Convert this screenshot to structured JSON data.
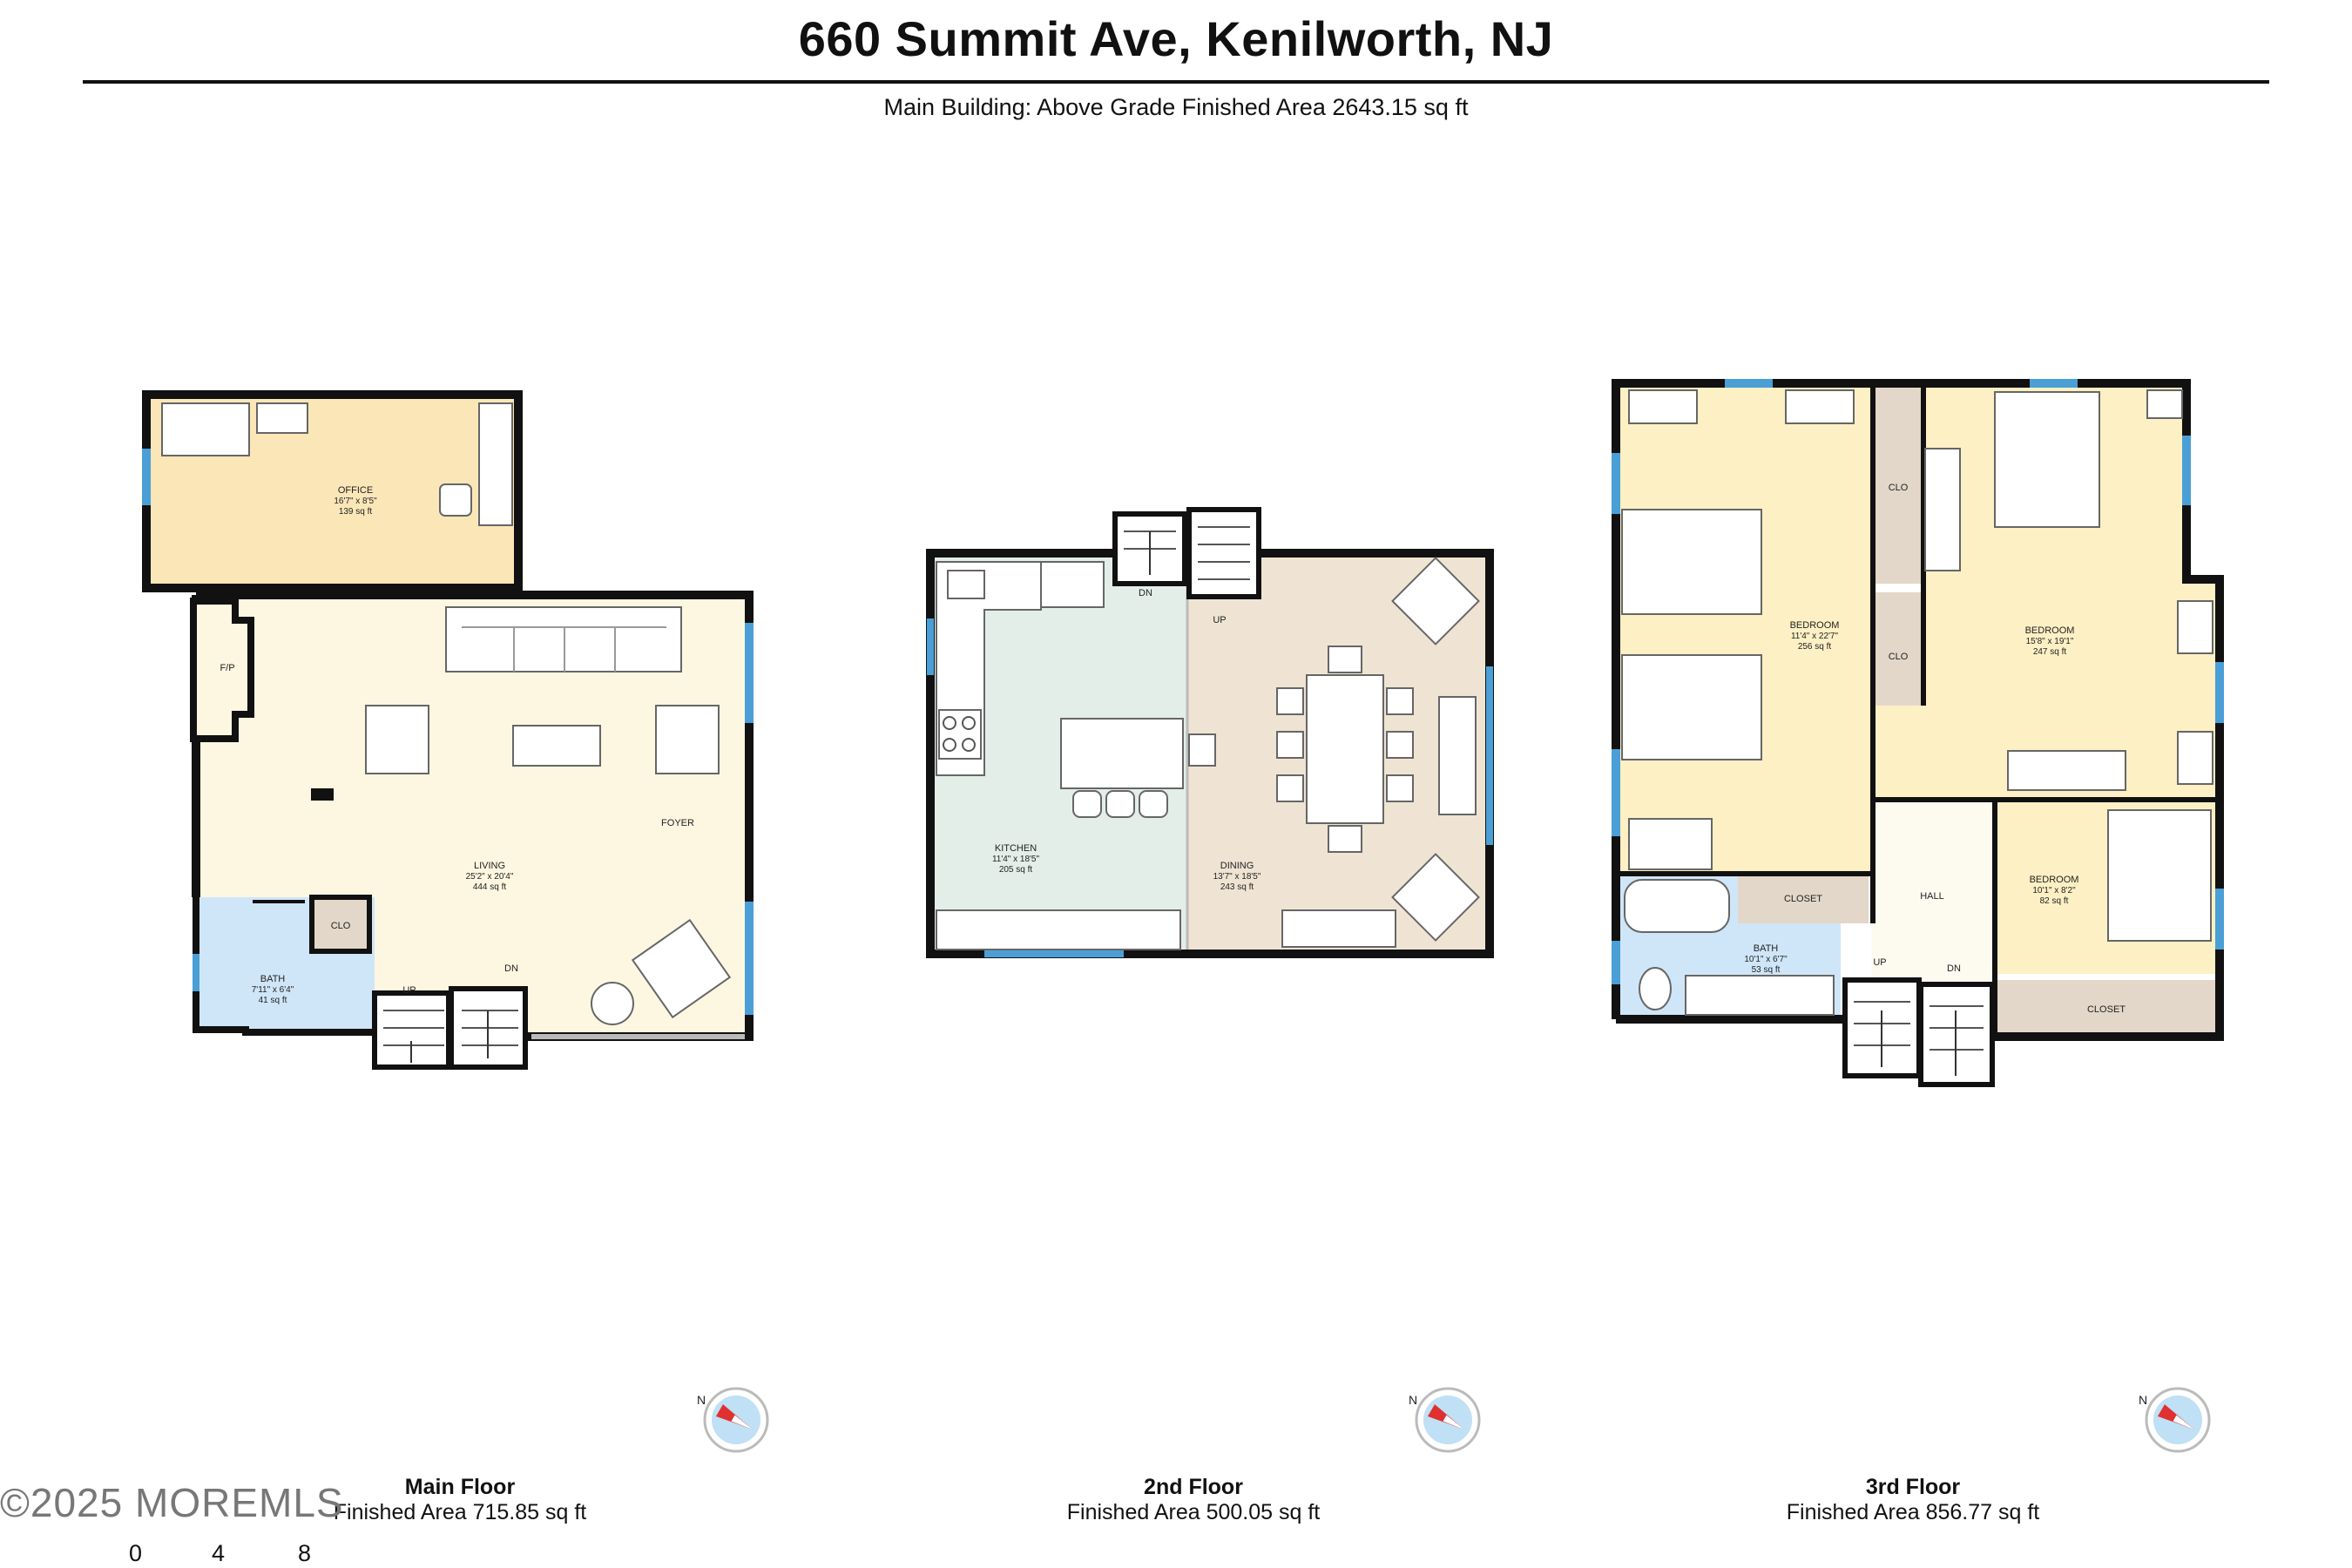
{
  "header": {
    "title": "660 Summit Ave, Kenilworth, NJ",
    "subtitle": "Main Building: Above Grade Finished Area 2643.15 sq ft"
  },
  "colors": {
    "office": "#fbe6b8",
    "living": "#fdf7e1",
    "bath": "#cfe6f8",
    "clo": "#e3d7c9",
    "kitchen": "#e3eee9",
    "dining": "#efe4d3",
    "bedroom": "#fdf0c4",
    "hall": "#fdfbf0",
    "wall": "#111111",
    "window": "#4a9fd6",
    "compass_red": "#e03030",
    "compass_blue": "#bfe0f5"
  },
  "compass": {
    "north_label": "N"
  },
  "floors": [
    {
      "name": "Main Floor",
      "area": "Finished Area 715.85 sq ft",
      "rooms": {
        "office": {
          "name": "OFFICE",
          "dims": "16'7\" x 8'5\"",
          "sqft": "139 sq ft"
        },
        "fp": {
          "name": "F/P"
        },
        "living": {
          "name": "LIVING",
          "dims": "25'2\" x 20'4\"",
          "sqft": "444 sq ft"
        },
        "foyer": {
          "name": "FOYER"
        },
        "bath": {
          "name": "BATH",
          "dims": "7'11\" x 6'4\"",
          "sqft": "41 sq ft"
        },
        "clo": {
          "name": "CLO"
        },
        "up": "UP",
        "dn": "DN"
      }
    },
    {
      "name": "2nd Floor",
      "area": "Finished Area 500.05 sq ft",
      "rooms": {
        "kitchen": {
          "name": "KITCHEN",
          "dims": "11'4\" x 18'5\"",
          "sqft": "205 sq ft"
        },
        "dining": {
          "name": "DINING",
          "dims": "13'7\" x 18'5\"",
          "sqft": "243 sq ft"
        },
        "up": "UP",
        "dn": "DN"
      }
    },
    {
      "name": "3rd Floor",
      "area": "Finished Area 856.77 sq ft",
      "rooms": {
        "bedroom1": {
          "name": "BEDROOM",
          "dims": "11'4\" x 22'7\"",
          "sqft": "256 sq ft"
        },
        "bedroom2": {
          "name": "BEDROOM",
          "dims": "15'8\" x 19'1\"",
          "sqft": "247 sq ft"
        },
        "bedroom3": {
          "name": "BEDROOM",
          "dims": "10'1\" x 8'2\"",
          "sqft": "82 sq ft"
        },
        "clo1": {
          "name": "CLO"
        },
        "clo2": {
          "name": "CLO"
        },
        "closet1": {
          "name": "CLOSET"
        },
        "closet2": {
          "name": "CLOSET"
        },
        "bath": {
          "name": "BATH",
          "dims": "10'1\" x 6'7\"",
          "sqft": "53 sq ft"
        },
        "hall": {
          "name": "HALL"
        },
        "up": "UP",
        "dn": "DN"
      }
    }
  ],
  "footer": {
    "watermark": "©2025 MOREMLS",
    "scale": [
      "0",
      "4",
      "8"
    ]
  }
}
